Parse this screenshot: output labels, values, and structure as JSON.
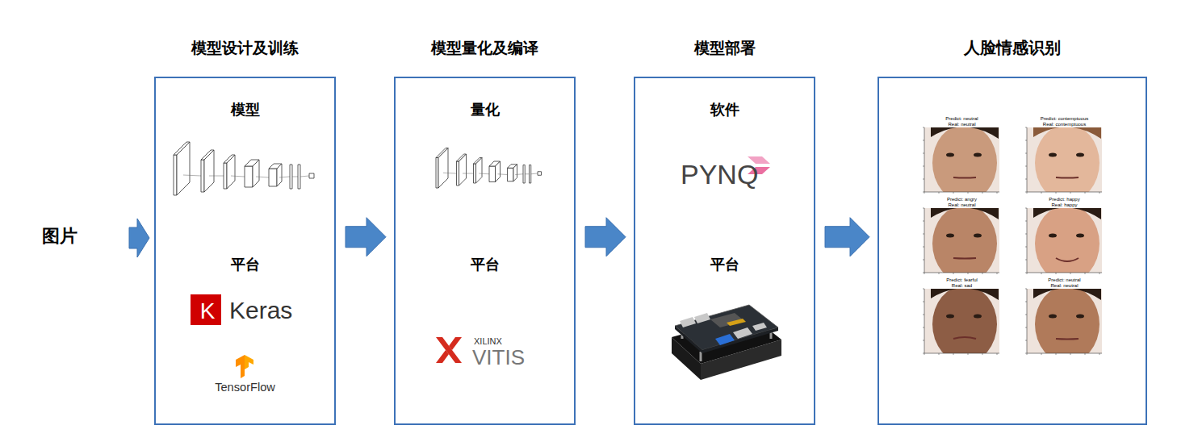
{
  "diagram": {
    "nodes": [
      {
        "text": [
          "模型设计及训练",
          "模型",
          "平台",
          "K",
          "Keras",
          "TensorFlow"
        ]
      },
      {
        "text": [
          "模型量化及编译",
          "量化",
          "平台",
          "XILINX",
          "VITIS"
        ]
      },
      {
        "text": [
          "模型部署",
          "软件",
          "PYNQ",
          "平台"
        ]
      },
      {
        "text": [
          "人脸情感识别"
        ]
      }
    ],
    "edges": [
      {
        "from": 0,
        "to": 1,
        "arrow": "to"
      },
      {
        "from": 1,
        "to": 2,
        "arrow": "to"
      },
      {
        "from": 2,
        "to": 3,
        "arrow": "to"
      }
    ],
    "labels": [
      "图片",
      "Predict: neutral",
      "Real: neutral",
      "Predict: contemptuous",
      "Real: contemptuous",
      "Predict: angry",
      "Real: neutral",
      "Predict: happy",
      "Real: happy",
      "Predict: fearful",
      "Real: sad",
      "Predict: neutral",
      "Real: neutral"
    ]
  }
}
